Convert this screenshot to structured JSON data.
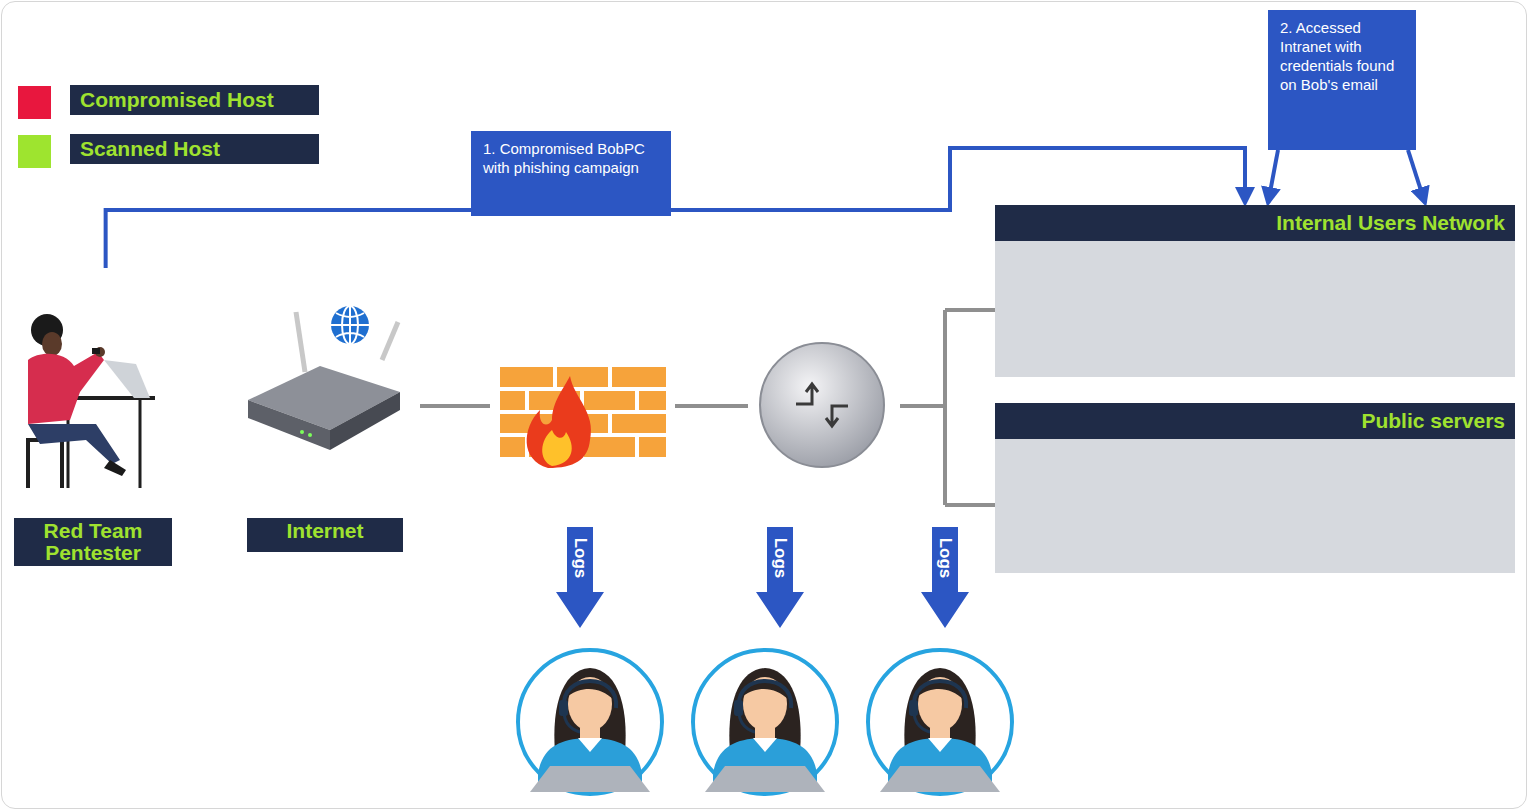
{
  "diagram": {
    "nodes": [
      {
        "text": [
          "Red Team Pentester"
        ]
      },
      {
        "text": [
          "Internet"
        ]
      },
      {
        "text": [
          "1. Compromised BobPC with phishing campaign"
        ]
      },
      {
        "text": [
          "2. Accessed Intranet with credentials found on Bob's email"
        ]
      },
      {
        "text": [
          "Internal Users Network"
        ]
      },
      {
        "text": [
          "Public servers"
        ]
      }
    ],
    "edges": [
      {
        "from": 0,
        "to": 2,
        "arrow": "none"
      },
      {
        "from": 2,
        "to": 4,
        "arrow": "to"
      },
      {
        "from": 3,
        "to": 4,
        "arrow": "to"
      },
      {
        "from": 3,
        "to": 4,
        "arrow": "to"
      }
    ],
    "labels": [
      "Logs",
      "Logs",
      "Logs"
    ],
    "legend": [
      {
        "text": "Compromised Host",
        "color": "#e8173e"
      },
      {
        "text": "Scanned Host",
        "color": "#9ee42f"
      }
    ]
  }
}
